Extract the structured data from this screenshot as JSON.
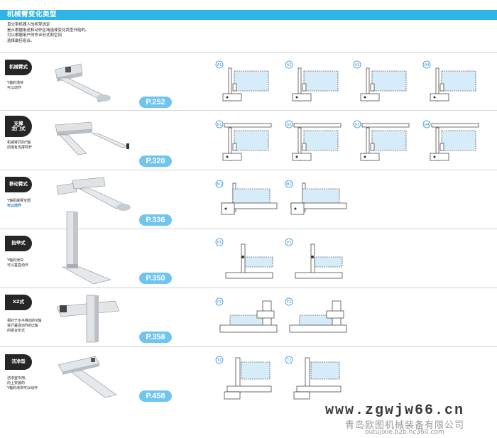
{
  "header": {
    "title": "机械臂变化类型"
  },
  "intro": {
    "lines": [
      "直交型机器人的机型选定",
      "是从根据用途和动作区域选择变化类型开始的。",
      "可以根据用户的作业形式和空间",
      "选择最佳组合。"
    ]
  },
  "rows": [
    {
      "badge": "机械臂式",
      "desc": [
        "Y轴的滑块",
        "可以动作"
      ],
      "page": "P.252",
      "diagrams": [
        "A1",
        "A2",
        "A3",
        "A4"
      ]
    },
    {
      "badge": "支撑\n龙门式",
      "desc": [
        "机械臂式的Y轴",
        "前端有支撑导杆"
      ],
      "page": "P.320",
      "diagrams": [
        "G1",
        "G2",
        "G3",
        "G4"
      ]
    },
    {
      "badge": "移动臂式",
      "desc": [
        "Y轴机械臂全部",
        "可以动作"
      ],
      "page": "P.336",
      "diagrams": [
        "M1",
        "M2"
      ]
    },
    {
      "badge": "抬举式",
      "desc": [
        "Y轴的滑块",
        "可以垂直动作"
      ],
      "page": "P.350",
      "diagrams": [
        "P1",
        "P2"
      ]
    },
    {
      "badge": "XZ式",
      "desc": [
        "相对于水平移动的X轴",
        "进行垂直动作的Z轴",
        "的组合形式"
      ],
      "page": "P.358",
      "diagrams": [
        "F1",
        "F2"
      ]
    },
    {
      "badge": "洁净型",
      "desc": [
        "洁净室专用，",
        "向上安装的",
        "Y轴的滑块可以动作"
      ],
      "page": "P.458",
      "diagrams": [
        "T1",
        "T2"
      ]
    }
  ],
  "watermark": {
    "url": "www.zgwjw66.cn",
    "company": "青岛欧图机械装备有限公司",
    "site": "outujixie.b2b.hc360.com"
  },
  "colors": {
    "header": "#2eb4e6",
    "pill": "#6fc5ef",
    "badge": "#262626",
    "work_area": "#d6ecf9"
  }
}
